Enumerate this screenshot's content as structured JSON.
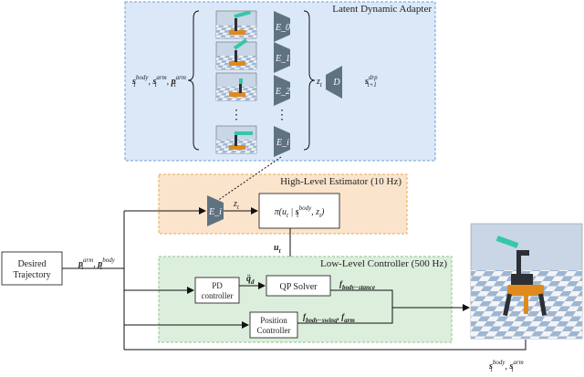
{
  "regions": {
    "adapter": {
      "title": "Latent Dynamic Adapter",
      "fill": "#dbe8f8",
      "stroke": "#6e9fd8"
    },
    "estimator": {
      "title": "High-Level Estimator (10 Hz)",
      "fill": "#fbe4cc",
      "stroke": "#e9a94d"
    },
    "controller": {
      "title": "Low-Level Controller (500 Hz)",
      "fill": "#dceedc",
      "stroke": "#8cc48c"
    }
  },
  "adapter": {
    "input_label": "s_t^body, s_t^arm, p_t^arm",
    "encoders": [
      "E_0",
      "E_1",
      "E_2",
      "E_i"
    ],
    "vertical_dots": "⋮",
    "latent": "z_t",
    "decoder": "D",
    "output_label": "s_{t+1}^drp"
  },
  "estimator": {
    "encoder": "E_i",
    "latent": "z_t",
    "policy": "π(u_t | s_t^body, z_t)",
    "output": "u_t"
  },
  "controller": {
    "pd_block": "PD controller",
    "qp_block": "QP Solver",
    "position_block": "Position Controller",
    "qdd": "q̈_d",
    "f_stance": "f_body−stance",
    "f_swing": "f_body−swing, f_arm"
  },
  "desired": {
    "block": "Desired Trajectory",
    "signal": "p_t^arm, p_t^body"
  },
  "feedback": {
    "signal": "s_t^body, s_t^arm"
  },
  "colors": {
    "block": "#5f7280",
    "line": "#111111",
    "sky": "#c9d6e6",
    "floor_a": "#f2f4f7",
    "floor_b": "#9fb6d1",
    "robot_orange": "#e08a1e",
    "robot_dark": "#2c2f36",
    "robot_teal": "#35c7a8"
  }
}
